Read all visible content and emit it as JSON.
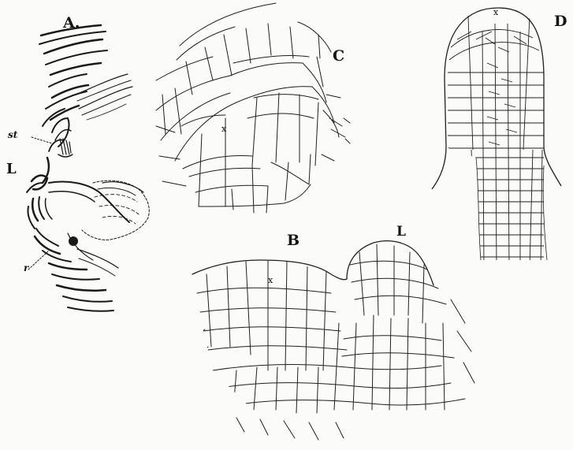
{
  "figure": {
    "panel_labels": {
      "a": "A.",
      "b": "B",
      "c": "C",
      "d": "D"
    },
    "annotations": {
      "st": "st",
      "L_in_A": "L",
      "r": "r",
      "L_in_B": "L",
      "x_in_B": "x",
      "x_in_C": "x",
      "x_in_D": "x"
    },
    "colors": {
      "paper": "#fbfbf9",
      "ink": "#1a1a1a"
    }
  }
}
